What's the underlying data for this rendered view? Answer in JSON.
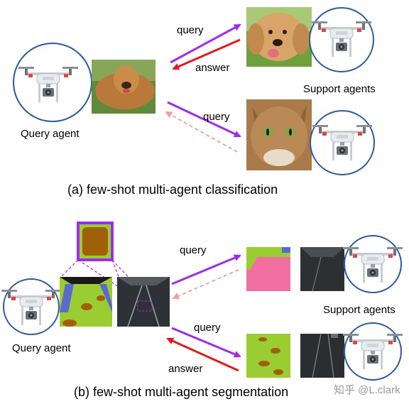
{
  "classification": {
    "query_label": "query",
    "answer_label": "answer",
    "query_label_2": "query",
    "support_label": "Support agents",
    "query_agent_label": "Query agent",
    "caption": "(a) few-shot multi-agent classification"
  },
  "segmentation": {
    "query_label": "query",
    "query_label_2": "query",
    "answer_label": "answer",
    "support_label": "Support agents",
    "query_agent_label": "Query agent",
    "caption": "(b) few-shot multi-agent segmentation"
  },
  "watermark": "知乎 @L.clark",
  "colors": {
    "query_arrow": "#9b2df0",
    "answer_arrow": "#e01b1b",
    "faint_answer_arrow": "#f0a0a0",
    "agent_circle": "#2c5aa0",
    "seg_green": "#9acd32",
    "seg_pink": "#f06fa0",
    "seg_brown": "#a0600a"
  }
}
